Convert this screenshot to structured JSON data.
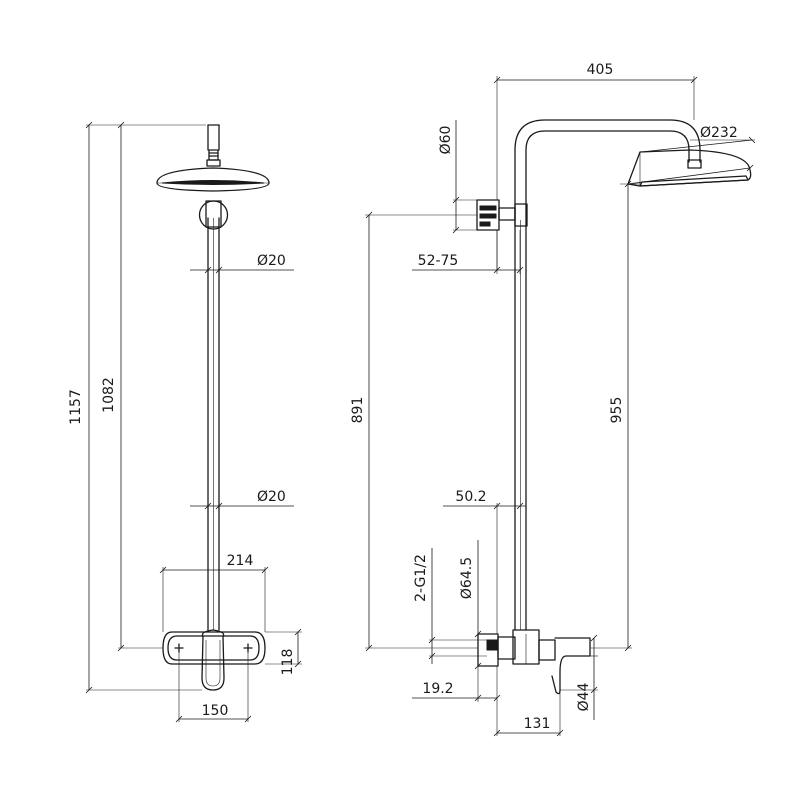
{
  "front_view": {
    "overall_height": "1157",
    "shower_height": "1082",
    "pipe_dia_upper": "Ø20",
    "pipe_dia_lower": "Ø20",
    "mixer_width": "214",
    "centers": "150",
    "mixer_height": "118"
  },
  "side_view": {
    "arm_projection": "405",
    "head_dia": "Ø232",
    "holder_dia": "Ø60",
    "holder_offset": "52-75",
    "holder_height": "891",
    "head_height": "955",
    "pipe_offset": "50.2",
    "inlet_thread": "2-G1/2",
    "escutcheon_dia": "Ø64.5",
    "wall_gap": "19.2",
    "mixer_depth": "131",
    "handle_dia": "Ø44"
  }
}
